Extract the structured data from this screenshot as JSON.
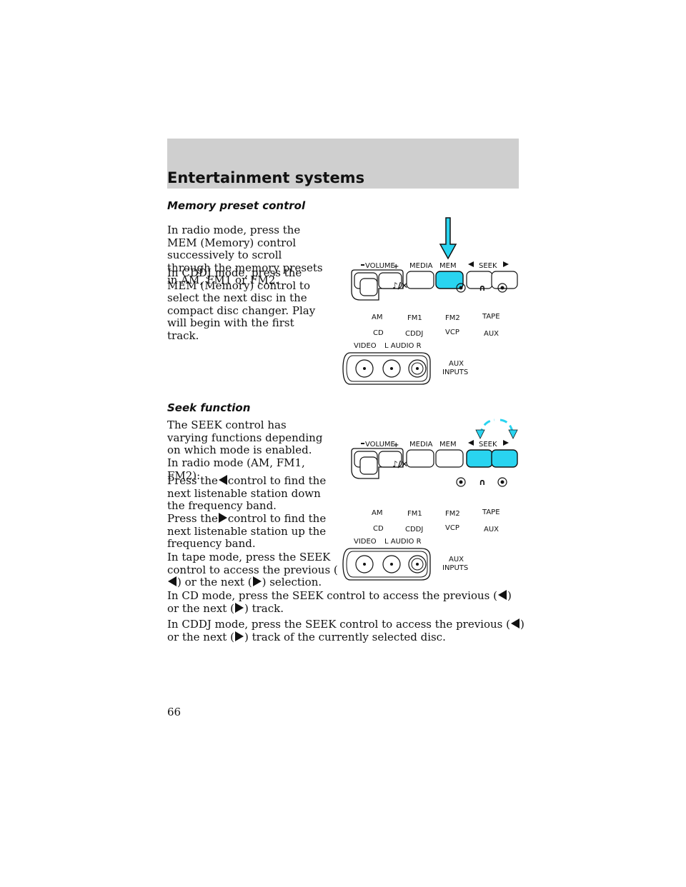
{
  "header": {
    "title": "Entertainment systems"
  },
  "memory_section": {
    "heading": "Memory preset control",
    "p1": "In radio mode, press the MEM (Memory) control successively to scroll through the memory presets in AM, FM1 or FM2.",
    "p2": "In CDDJ mode, press the MEM (Memory) control to select the next disc in the compact disc changer. Play will begin with the first track."
  },
  "seek_section": {
    "heading": "Seek function",
    "p1": "The SEEK control has varying functions depending on which mode is enabled.",
    "p2": "In radio mode (AM, FM1, FM2):",
    "p3_a": "Press the",
    "p3_b": "control to find the next listenable station down the frequency band.",
    "p4_a": "Press the",
    "p4_b": "control to find the next listenable station up the frequency band.",
    "p5_a": "In tape mode, press the SEEK control to access the previous (",
    "p5_b": ") or the next (",
    "p5_c": ") selection.",
    "p6_a": "In CD mode, press the SEEK control to access the previous (",
    "p6_b": ") or the next (",
    "p6_c": ") track.",
    "p7_a": "In CDDJ mode, press the SEEK control to access the previous (",
    "p7_b": ") or the next (",
    "p7_c": ") track of the currently selected disc."
  },
  "diagram_labels": {
    "volume": "VOLUME",
    "media": "MEDIA",
    "mem": "MEM",
    "seek": "SEEK",
    "am": "AM",
    "fm1": "FM1",
    "fm2": "FM2",
    "tape": "TAPE",
    "cd": "CD",
    "cddj": "CDDJ",
    "vcp": "VCP",
    "aux": "AUX",
    "video": "VIDEO",
    "l_audio_r": "L AUDIO R",
    "aux_inputs_1": "AUX",
    "aux_inputs_2": "INPUTS"
  },
  "colors": {
    "highlight": "#29d4f0",
    "header_band": "#cfcfcf"
  },
  "page": {
    "number": "66"
  }
}
